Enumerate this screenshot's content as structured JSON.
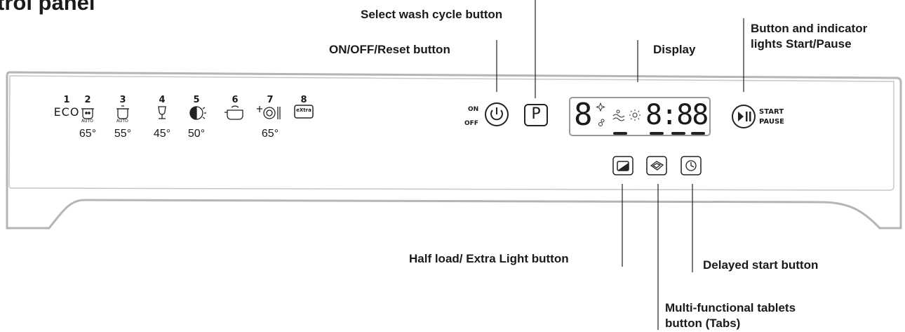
{
  "title": "trol panel",
  "programs": [
    {
      "number": "1",
      "name": "ECO",
      "temp": ""
    },
    {
      "number": "2",
      "sublabel": "AUTO",
      "temp": "65°",
      "icon": "auto-pot-hot-icon"
    },
    {
      "number": "3",
      "sublabel": "AUTO",
      "temp": "55°",
      "icon": "auto-pot-icon"
    },
    {
      "number": "4",
      "temp": "45°",
      "icon": "wine-glass-icon"
    },
    {
      "number": "5",
      "temp": "50°",
      "icon": "half-sun-icon"
    },
    {
      "number": "6",
      "temp": "",
      "icon": "pot-soak-icon"
    },
    {
      "number": "7",
      "temp": "65°",
      "icon": "plate-cutlery-icon"
    },
    {
      "number": "8",
      "temp": "",
      "icon": "extra-icon",
      "badge": "eXtra"
    }
  ],
  "power": {
    "on_label": "ON",
    "off_label": "OFF",
    "icon": "power-icon"
  },
  "program_button": {
    "letter": "P"
  },
  "display": {
    "digit": "8",
    "time": "8:88",
    "icons": [
      "sparkle-icon",
      "rinse-aid-icon",
      "salt-icon",
      "sun-icon"
    ]
  },
  "start_pause": {
    "line1": "START",
    "line2": "PAUSE",
    "icon": "play-pause-icon"
  },
  "function_buttons": [
    {
      "icon": "half-load-icon"
    },
    {
      "icon": "tablet-icon"
    },
    {
      "icon": "clock-icon"
    }
  ],
  "callouts": {
    "select_wash_cycle": "Select wash cycle button",
    "on_off_reset": "ON/OFF/Reset button",
    "display": "Display",
    "start_pause_line1": "Button and indicator",
    "start_pause_line2": "lights Start/Pause",
    "half_load": "Half load/ Extra Light button",
    "delayed_start": "Delayed start button",
    "tabs_line1": "Multi-functional tablets",
    "tabs_line2": "button (Tabs)"
  }
}
